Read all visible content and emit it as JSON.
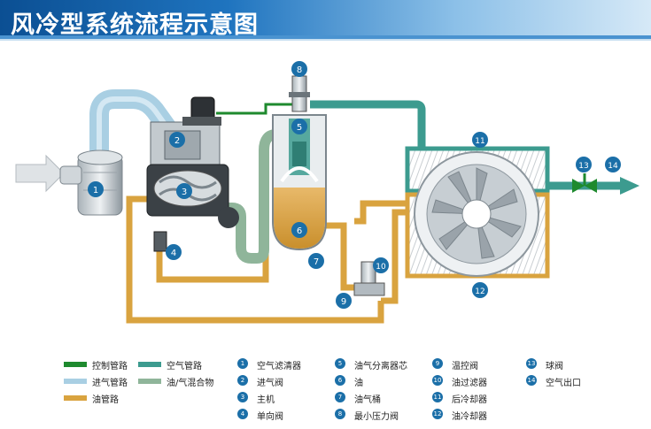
{
  "title": "风冷型系统流程示意图",
  "colors": {
    "control_line": "#1e8a2e",
    "air_line": "#3c9b8f",
    "intake_line": "#a9cfe3",
    "oil_gas_line": "#8fb59a",
    "oil_line": "#d9a33f",
    "marker": "#1b6fa8",
    "banner_dark": "#0d5aa0",
    "banner_light": "#7fb6e3"
  },
  "components": [
    {
      "num": "1",
      "label": "空气滤清器"
    },
    {
      "num": "2",
      "label": "进气阀"
    },
    {
      "num": "3",
      "label": "主机"
    },
    {
      "num": "4",
      "label": "单向阀"
    },
    {
      "num": "5",
      "label": "油气分离器芯"
    },
    {
      "num": "6",
      "label": "油"
    },
    {
      "num": "7",
      "label": "油气桶"
    },
    {
      "num": "8",
      "label": "最小压力阀"
    },
    {
      "num": "9",
      "label": "温控阀"
    },
    {
      "num": "10",
      "label": "油过滤器"
    },
    {
      "num": "11",
      "label": "后冷却器"
    },
    {
      "num": "12",
      "label": "油冷却器"
    },
    {
      "num": "13",
      "label": "球阀"
    },
    {
      "num": "14",
      "label": "空气出口"
    }
  ],
  "line_types": [
    {
      "label": "控制管路",
      "color": "#1e8a2e"
    },
    {
      "label": "空气管路",
      "color": "#3c9b8f"
    },
    {
      "label": "进气管路",
      "color": "#a9cfe3"
    },
    {
      "label": "油/气混合物",
      "color": "#8fb59a"
    },
    {
      "label": "油管路",
      "color": "#d9a33f"
    }
  ]
}
